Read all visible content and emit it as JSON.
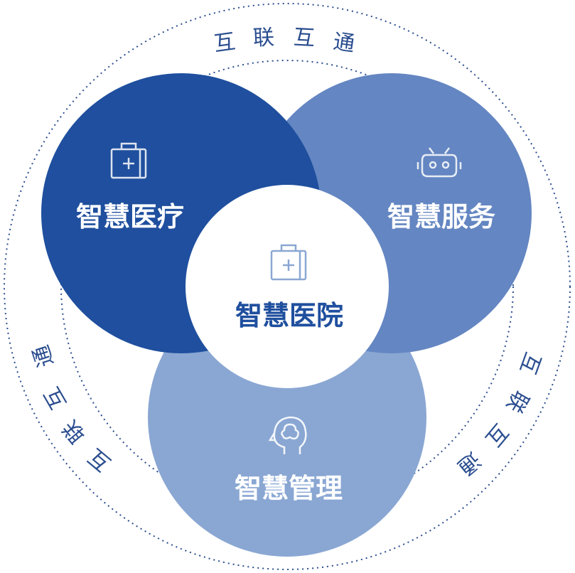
{
  "colors": {
    "outer_ring": "#2a4d8f",
    "medical": "#1f4f9e",
    "service": "#6486c2",
    "management": "#8aa7d3",
    "center_text": "#1f4f9e",
    "center_icon": "#8aa7d3",
    "white": "#ffffff"
  },
  "ring": {
    "top_chars": [
      "互",
      "联",
      "互",
      "通"
    ],
    "left_chars": [
      "互",
      "联",
      "互",
      "通"
    ],
    "right_chars": [
      "互",
      "联",
      "互",
      "通"
    ]
  },
  "circles": {
    "medical": {
      "label": "智慧医疗",
      "icon": "medical-kit-icon"
    },
    "service": {
      "label": "智慧服务",
      "icon": "robot-icon"
    },
    "management": {
      "label": "智慧管理",
      "icon": "head-brain-icon"
    },
    "center": {
      "label": "智慧医院",
      "icon": "medical-kit-icon"
    }
  }
}
